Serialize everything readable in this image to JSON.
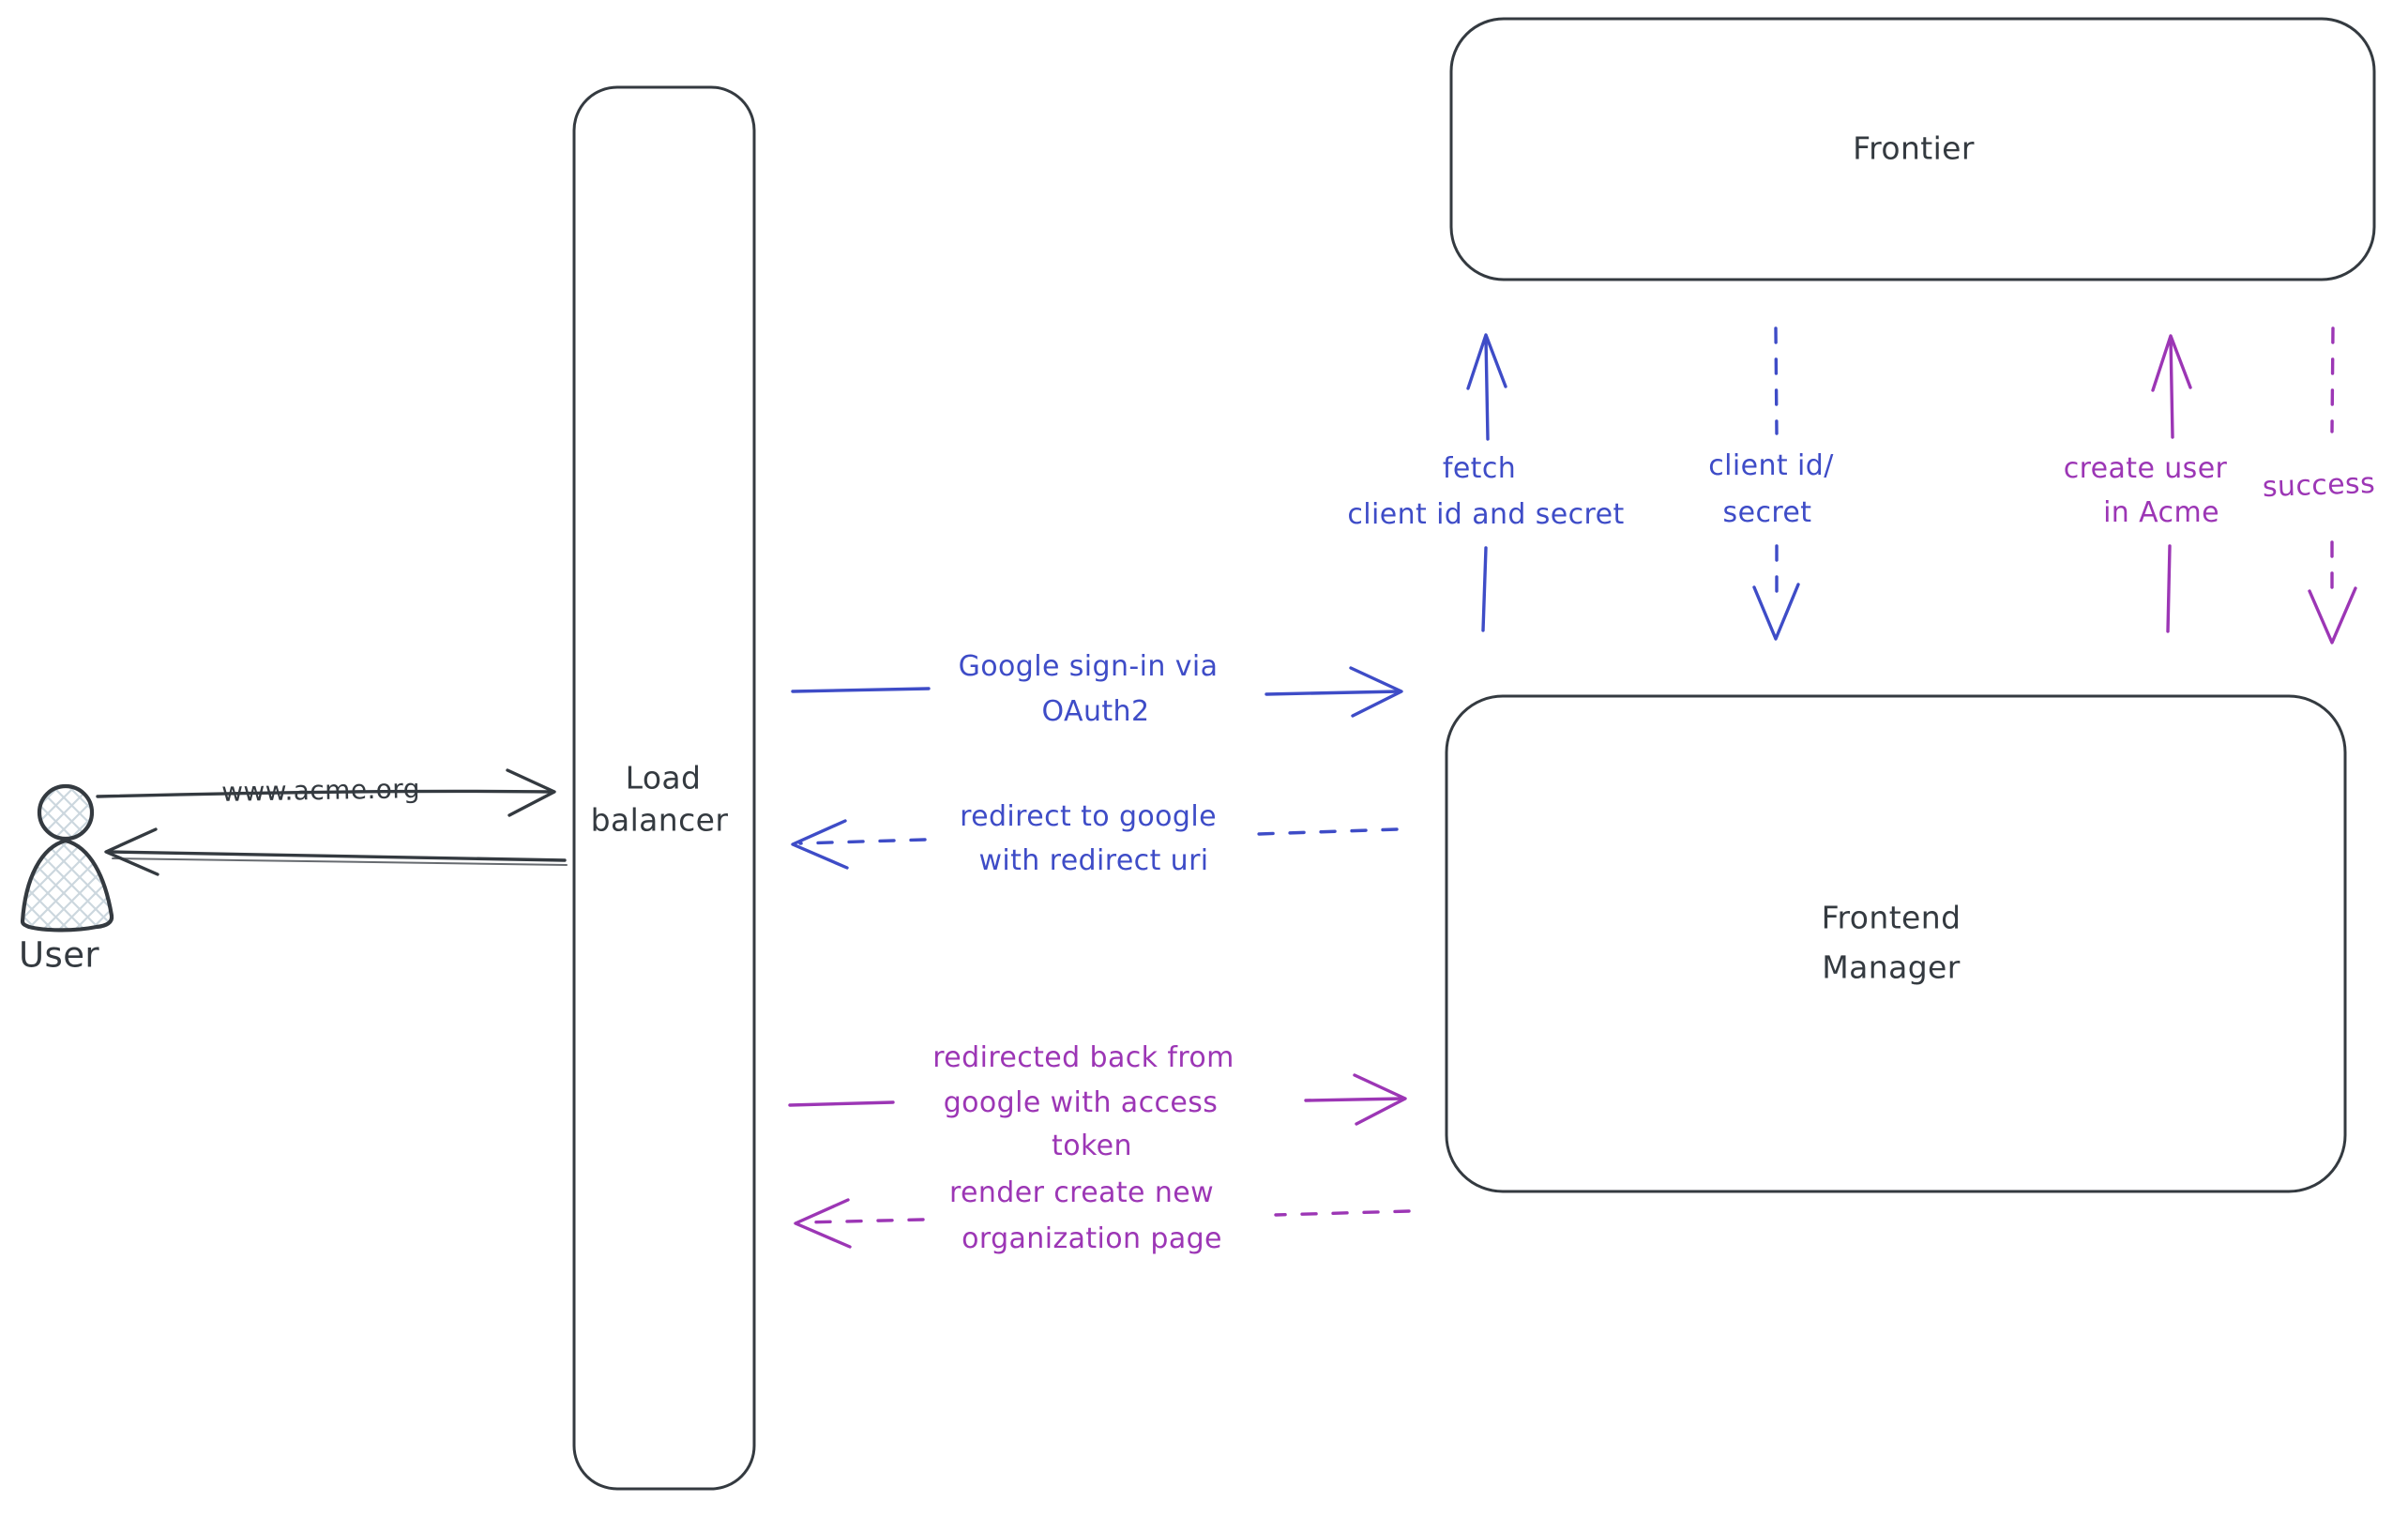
{
  "colors": {
    "ink": "#343a40",
    "blue": "#3e4cc7",
    "purple": "#9c36b5",
    "hatch": "#ccd7de",
    "background": "#ffffff"
  },
  "nodes": {
    "user": {
      "label": "User"
    },
    "load_balancer": {
      "label_lines": [
        "Load",
        "balancer"
      ]
    },
    "frontier": {
      "label": "Frontier"
    },
    "frontend_manager": {
      "label_lines": [
        "Frontend",
        "Manager"
      ]
    }
  },
  "arrows": {
    "www_acme": {
      "label": "www.acme.org",
      "style": "solid",
      "color": "ink",
      "from": "User",
      "to": "Load balancer"
    },
    "response_to_user": {
      "label": "",
      "style": "solid",
      "color": "ink",
      "from": "Load balancer",
      "to": "User"
    },
    "google_signin": {
      "label_lines": [
        "Google sign-in via",
        "OAuth2"
      ],
      "style": "solid",
      "color": "blue",
      "from": "Load balancer",
      "to": "Frontend Manager"
    },
    "redirect_to_google": {
      "label_lines": [
        "redirect to google",
        "with redirect uri"
      ],
      "style": "dashed",
      "color": "blue",
      "from": "Frontend Manager",
      "to": "Load balancer"
    },
    "fetch_client_id": {
      "label_lines": [
        "fetch",
        "client id and secret"
      ],
      "style": "solid",
      "color": "blue",
      "from": "Frontend Manager",
      "to": "Frontier"
    },
    "client_id_secret": {
      "label_lines": [
        "client id/",
        "secret"
      ],
      "style": "dashed",
      "color": "blue",
      "from": "Frontier",
      "to": "Frontend Manager"
    },
    "create_user": {
      "label_lines": [
        "create user",
        "in Acme"
      ],
      "style": "solid",
      "color": "purple",
      "from": "Frontend Manager",
      "to": "Frontier"
    },
    "success": {
      "label": "success",
      "style": "dashed",
      "color": "purple",
      "from": "Frontier",
      "to": "Frontend Manager"
    },
    "redirected_back": {
      "label_lines": [
        "redirected back from",
        "google with access",
        "token"
      ],
      "style": "solid",
      "color": "purple",
      "from": "Load balancer",
      "to": "Frontend Manager"
    },
    "render_org_page": {
      "label_lines": [
        "render create new",
        "organization page"
      ],
      "style": "dashed",
      "color": "purple",
      "from": "Frontend Manager",
      "to": "Load balancer"
    }
  }
}
